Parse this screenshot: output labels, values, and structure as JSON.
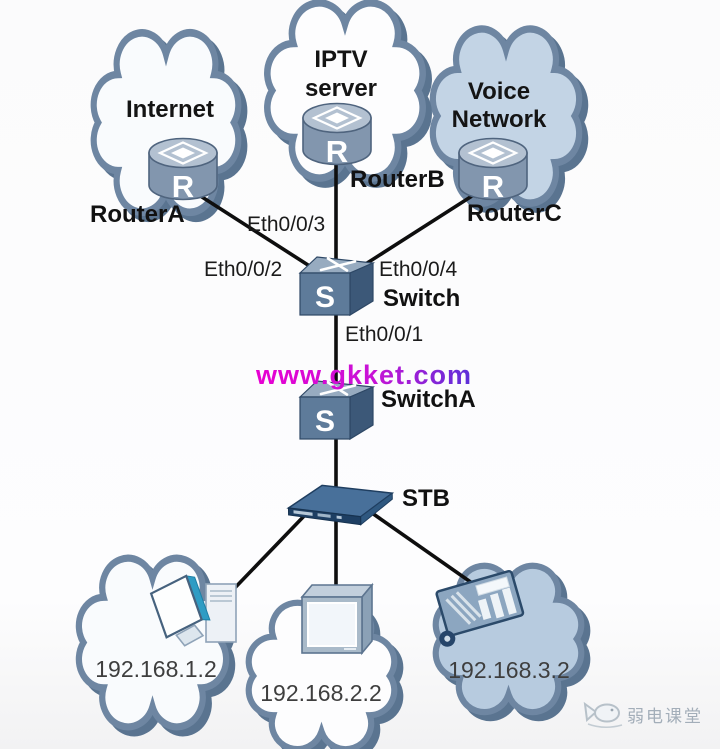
{
  "diagram": {
    "top_clouds": [
      {
        "name_lines": [
          "Internet"
        ],
        "router_label": "RouterA"
      },
      {
        "name_lines": [
          "IPTV",
          "server"
        ],
        "router_label": "RouterB"
      },
      {
        "name_lines": [
          "Voice",
          "Network"
        ],
        "router_label": "RouterC"
      }
    ],
    "core_switch": {
      "label": "Switch"
    },
    "access_switch": {
      "label": "SwitchA"
    },
    "stb": {
      "label": "STB"
    },
    "ports": {
      "eth1": "Eth0/0/1",
      "eth2": "Eth0/0/2",
      "eth3": "Eth0/0/3",
      "eth4": "Eth0/0/4"
    },
    "bottom_clouds": [
      {
        "ip": "192.168.1.2",
        "device": "desktop-pc"
      },
      {
        "ip": "192.168.2.2",
        "device": "tv-monitor"
      },
      {
        "ip": "192.168.3.2",
        "device": "ip-phone"
      }
    ],
    "icons": {
      "router_glyph": "R",
      "switch_glyph": "S"
    },
    "watermarks": {
      "center": "www.gkket.com",
      "brand": "弱电课堂"
    },
    "colors": {
      "cloud_border": "#6e86a2",
      "cloud_shadow": "#5a7490",
      "cloud_white": "#f9fbfd",
      "cloud_blue": "#c3d4e5",
      "cloud_blue_deep": "#b7cbdf",
      "device_blue": "#5e7b9a",
      "device_dark": "#1f4066",
      "line": "#0e0e0e",
      "watermark_start": "#e800d2",
      "watermark_end": "#5a30d8",
      "brand_gray": "#a3aeb9"
    }
  }
}
